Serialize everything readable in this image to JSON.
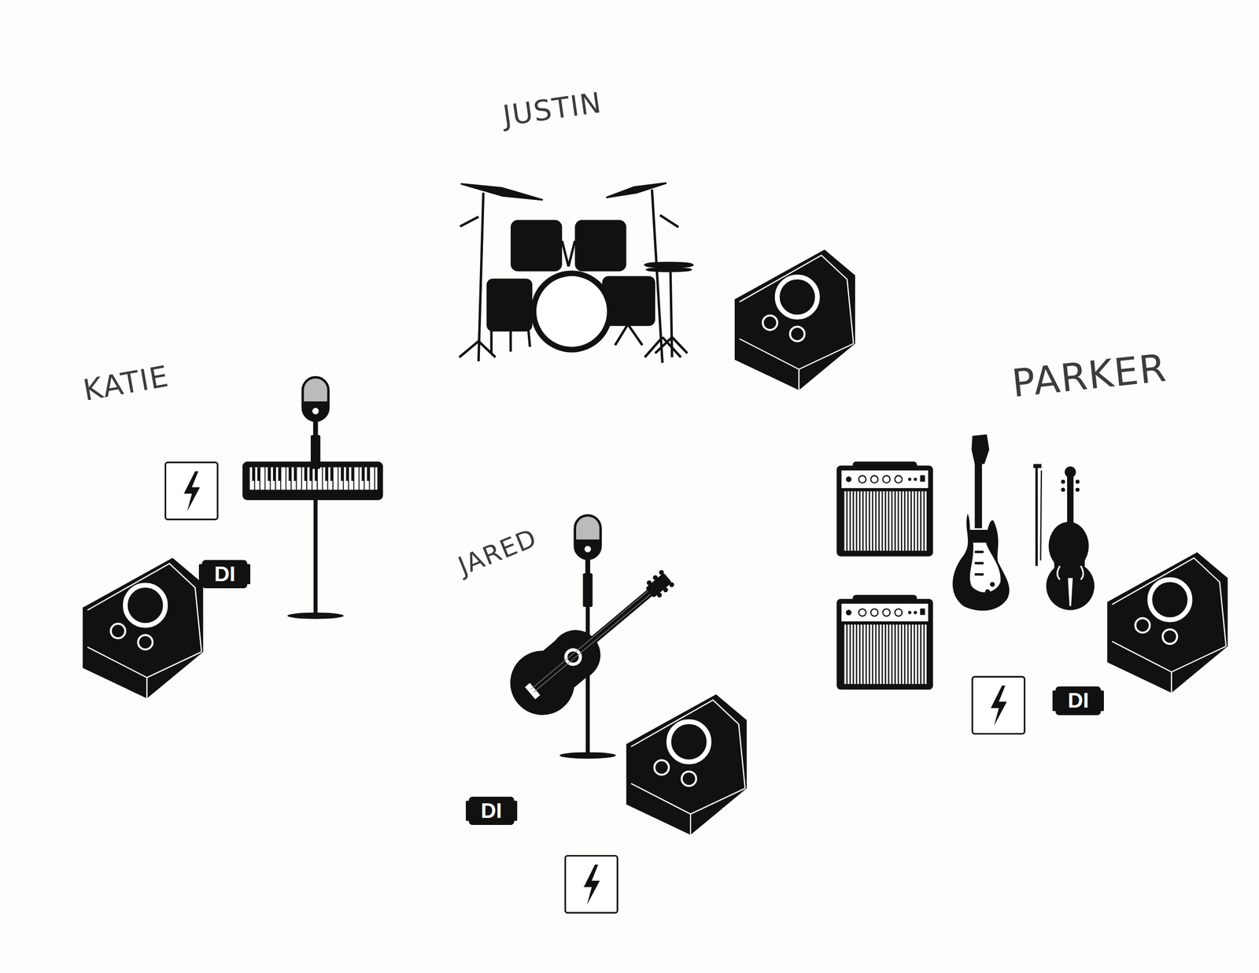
{
  "diagram": {
    "nodes": [
      {
        "text": [
          "DI"
        ]
      },
      {
        "text": [
          "DI"
        ]
      },
      {
        "text": [
          "DI"
        ]
      }
    ],
    "labels": [
      "JUSTIN",
      "KATIE",
      "JARED",
      "PARKER"
    ]
  }
}
